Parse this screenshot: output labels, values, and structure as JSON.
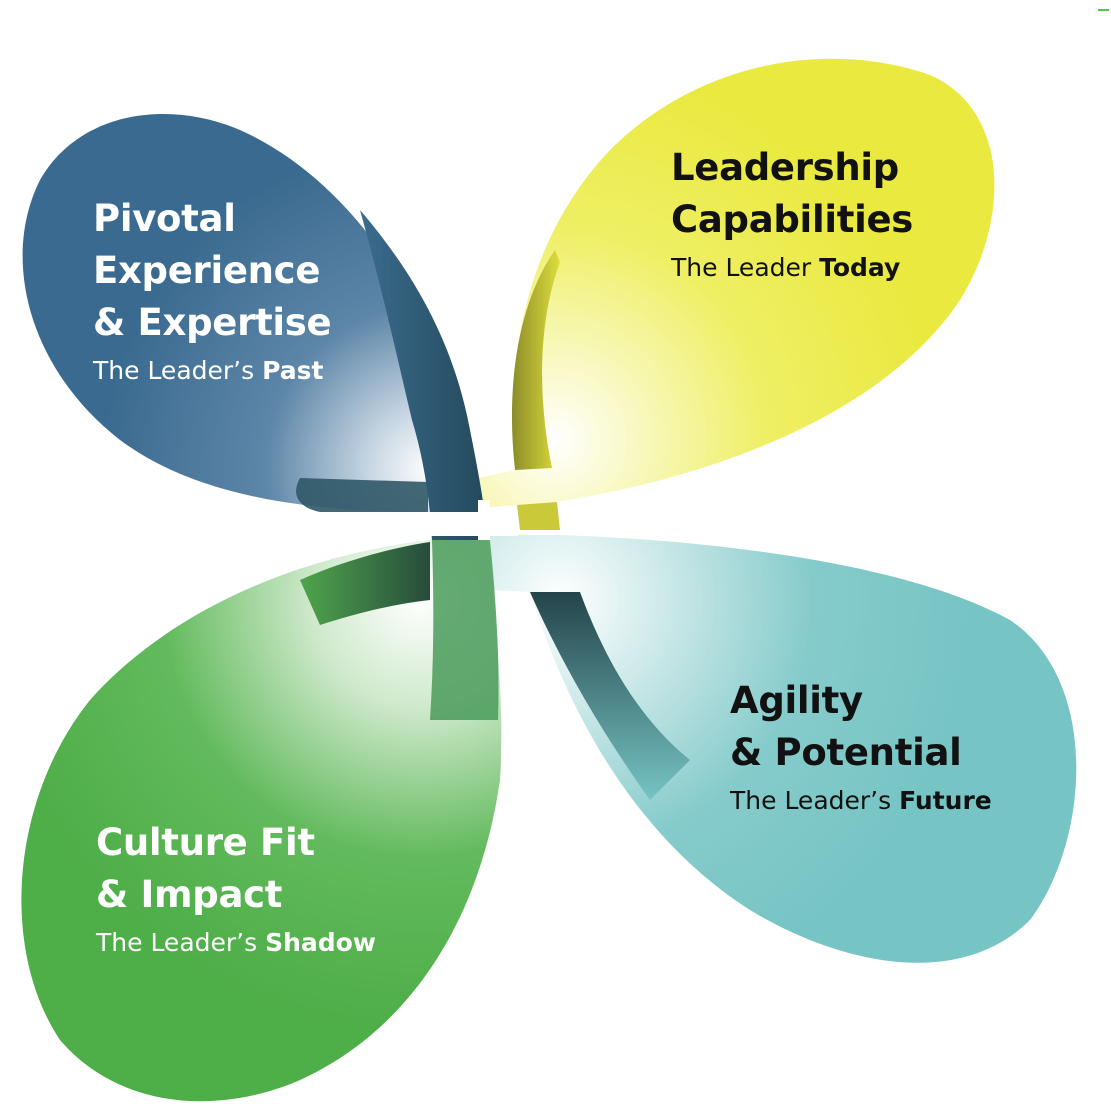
{
  "petals": {
    "past": {
      "title_lines": [
        "Pivotal",
        "Experience",
        "& Expertise"
      ],
      "subtitle_prefix": "The Leader’s ",
      "subtitle_emphasis": "Past",
      "color": "#3d6a8f"
    },
    "today": {
      "title_lines": [
        "Leadership",
        "Capabilities"
      ],
      "subtitle_prefix": "The Leader ",
      "subtitle_emphasis": "Today",
      "color": "#eaea44"
    },
    "future": {
      "title_lines": [
        "Agility",
        "& Potential"
      ],
      "subtitle_prefix": "The Leader’s ",
      "subtitle_emphasis": "Future",
      "color": "#7bc6c6"
    },
    "shadow": {
      "title_lines": [
        "Culture Fit",
        "& Impact"
      ],
      "subtitle_prefix": "The Leader’s ",
      "subtitle_emphasis": "Shadow",
      "color": "#52b14c"
    }
  }
}
